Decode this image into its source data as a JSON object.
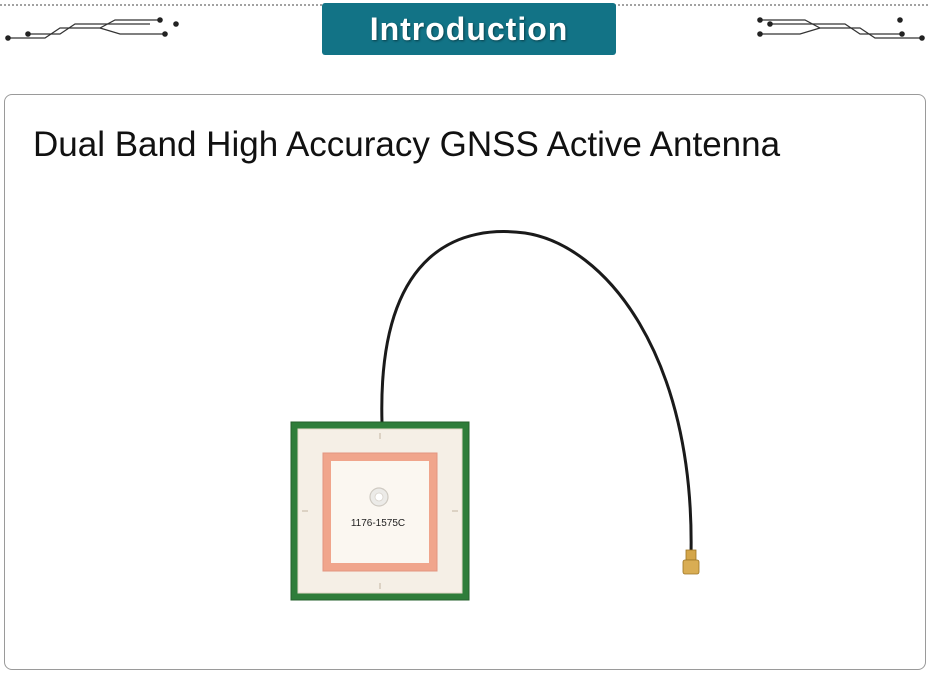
{
  "header": {
    "title": "Introduction",
    "badge_color": "#127386"
  },
  "content": {
    "title": "Dual Band High Accuracy GNSS Active Antenna",
    "product": {
      "chip_marking": "1176-1575C",
      "pcb_color": "#2f7d3a",
      "ceramic_color": "#f5efe6",
      "patch_border_color": "#e9a58e",
      "cable_color": "#1a1a1a",
      "connector_color": "#d4a64a"
    }
  }
}
